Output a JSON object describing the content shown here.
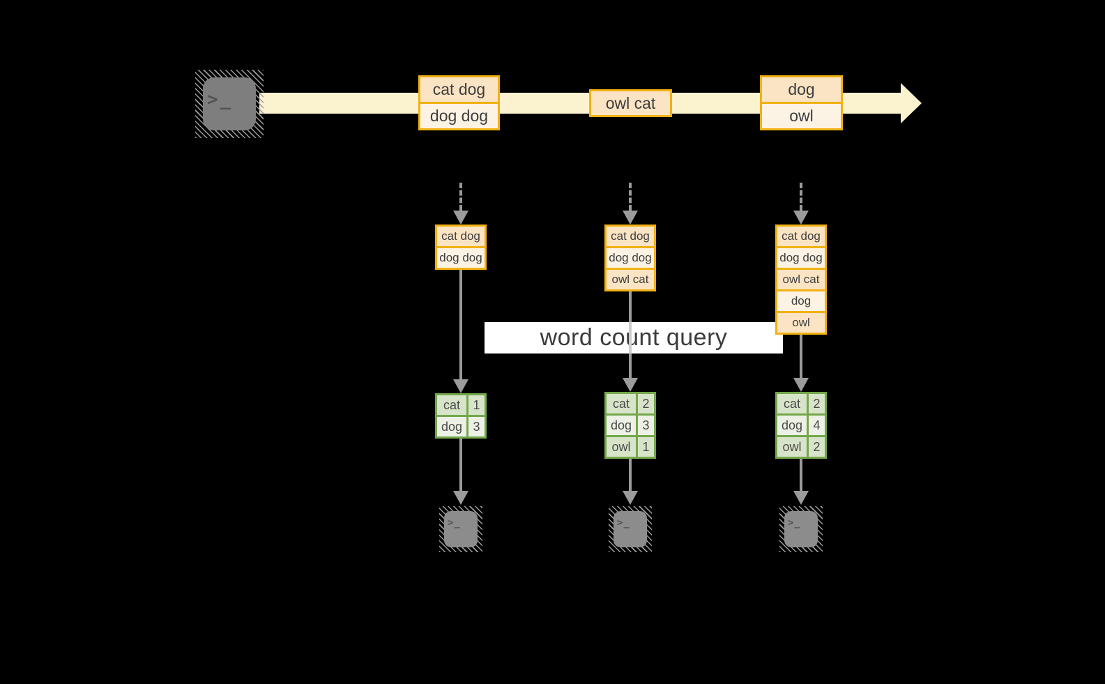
{
  "colors": {
    "background": "#000000",
    "stream_band": "#fbf2d0",
    "box_border": "#f1b112",
    "cell_peach": "#fbe4c4",
    "cell_cream": "#fdf3e4",
    "table_border": "#73a74b",
    "row_dark": "#d8e4c9",
    "row_light": "#edf1e5",
    "arrow_gray": "#9b9b9b",
    "icon_gray": "#7e7e7e",
    "icon_gray_small": "#8c8c8c",
    "glyph_gray": "#525252",
    "label_bg": "#ffffff",
    "text_dark": "#3e3e3e"
  },
  "query_label": "word count query",
  "terminal_prompt": ">_",
  "stream_messages": [
    {
      "lines": [
        "cat dog",
        "dog dog"
      ]
    },
    {
      "lines": [
        "owl cat"
      ]
    },
    {
      "lines": [
        "dog",
        "owl"
      ]
    }
  ],
  "pipelines": [
    {
      "buffer": [
        "cat dog",
        "dog dog"
      ],
      "counts": [
        {
          "word": "cat",
          "count": 1
        },
        {
          "word": "dog",
          "count": 3
        }
      ]
    },
    {
      "buffer": [
        "cat dog",
        "dog dog",
        "owl cat"
      ],
      "counts": [
        {
          "word": "cat",
          "count": 2
        },
        {
          "word": "dog",
          "count": 3
        },
        {
          "word": "owl",
          "count": 1
        }
      ]
    },
    {
      "buffer": [
        "cat dog",
        "dog dog",
        "owl cat",
        "dog",
        "owl"
      ],
      "counts": [
        {
          "word": "cat",
          "count": 2
        },
        {
          "word": "dog",
          "count": 4
        },
        {
          "word": "owl",
          "count": 2
        }
      ]
    }
  ]
}
